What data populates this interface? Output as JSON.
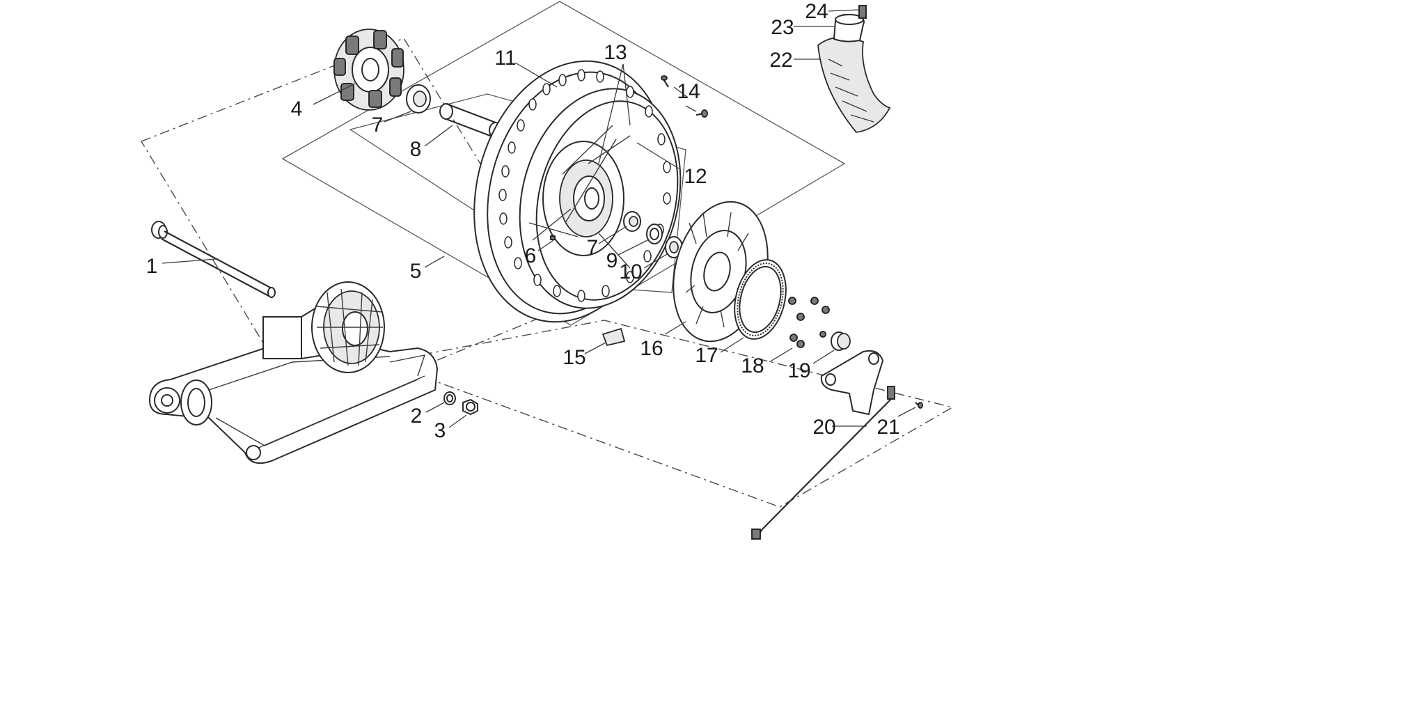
{
  "diagram": {
    "callouts": [
      {
        "id": "1",
        "text": "1"
      },
      {
        "id": "2",
        "text": "2"
      },
      {
        "id": "3",
        "text": "3"
      },
      {
        "id": "4",
        "text": "4"
      },
      {
        "id": "5",
        "text": "5"
      },
      {
        "id": "6",
        "text": "6"
      },
      {
        "id": "7a",
        "text": "7"
      },
      {
        "id": "7b",
        "text": "7"
      },
      {
        "id": "8",
        "text": "8"
      },
      {
        "id": "9",
        "text": "9"
      },
      {
        "id": "10",
        "text": "10"
      },
      {
        "id": "11",
        "text": "11"
      },
      {
        "id": "12",
        "text": "12"
      },
      {
        "id": "13",
        "text": "13"
      },
      {
        "id": "14",
        "text": "14"
      },
      {
        "id": "15",
        "text": "15"
      },
      {
        "id": "16",
        "text": "16"
      },
      {
        "id": "17",
        "text": "17"
      },
      {
        "id": "18",
        "text": "18"
      },
      {
        "id": "19",
        "text": "19"
      },
      {
        "id": "20",
        "text": "20"
      },
      {
        "id": "21",
        "text": "21"
      },
      {
        "id": "22",
        "text": "22"
      },
      {
        "id": "23",
        "text": "23"
      },
      {
        "id": "24",
        "text": "24"
      }
    ],
    "parts": [
      {
        "name": "rear-axle",
        "callout": "1"
      },
      {
        "name": "washer",
        "callout": "2"
      },
      {
        "name": "axle-nut",
        "callout": "3"
      },
      {
        "name": "cush-drive-rubber",
        "callout": "4"
      },
      {
        "name": "rear-wheel-assembly",
        "callout": "5"
      },
      {
        "name": "valve",
        "callout": "6"
      },
      {
        "name": "bearing",
        "callout": "7"
      },
      {
        "name": "spacer",
        "callout": "8"
      },
      {
        "name": "seal",
        "callout": "9"
      },
      {
        "name": "spacer-ring",
        "callout": "10"
      },
      {
        "name": "rim",
        "callout": "11"
      },
      {
        "name": "spokes",
        "callout": "12"
      },
      {
        "name": "hub",
        "callout": "13"
      },
      {
        "name": "screw",
        "callout": "14"
      },
      {
        "name": "balance-weight",
        "callout": "15"
      },
      {
        "name": "brake-disc",
        "callout": "16"
      },
      {
        "name": "abs-tone-ring",
        "callout": "17"
      },
      {
        "name": "bolts",
        "callout": "18"
      },
      {
        "name": "bushing",
        "callout": "19"
      },
      {
        "name": "caliper-bracket",
        "callout": "20"
      },
      {
        "name": "abs-sensor-screw",
        "callout": "21"
      },
      {
        "name": "tyre",
        "callout": "22"
      },
      {
        "name": "inner-tube",
        "callout": "23"
      },
      {
        "name": "tube-valve",
        "callout": "24"
      }
    ]
  }
}
